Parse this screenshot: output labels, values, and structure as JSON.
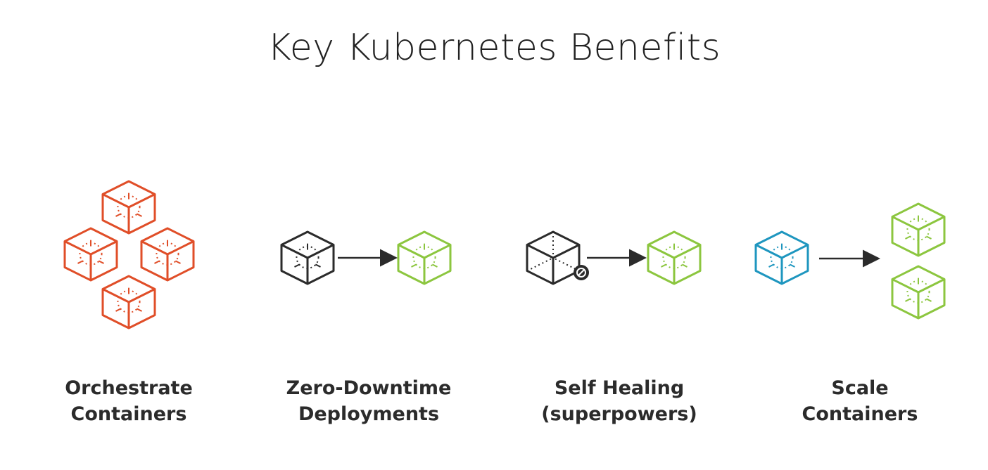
{
  "title": "Key Kubernetes Benefits",
  "colors": {
    "orange": "#e04e28",
    "green": "#8cc63f",
    "dark": "#2b2b2b",
    "blue": "#1e96bf"
  },
  "benefits": [
    {
      "line1": "Orchestrate",
      "line2": "Containers",
      "icon": "container-cluster-icon"
    },
    {
      "line1": "Zero-Downtime",
      "line2": "Deployments",
      "icon": "container-swap-icon"
    },
    {
      "line1": "Self Healing",
      "line2": "(superpowers)",
      "icon": "broken-container-replace-icon"
    },
    {
      "line1": "Scale",
      "line2": "Containers",
      "icon": "container-scale-icon"
    }
  ]
}
